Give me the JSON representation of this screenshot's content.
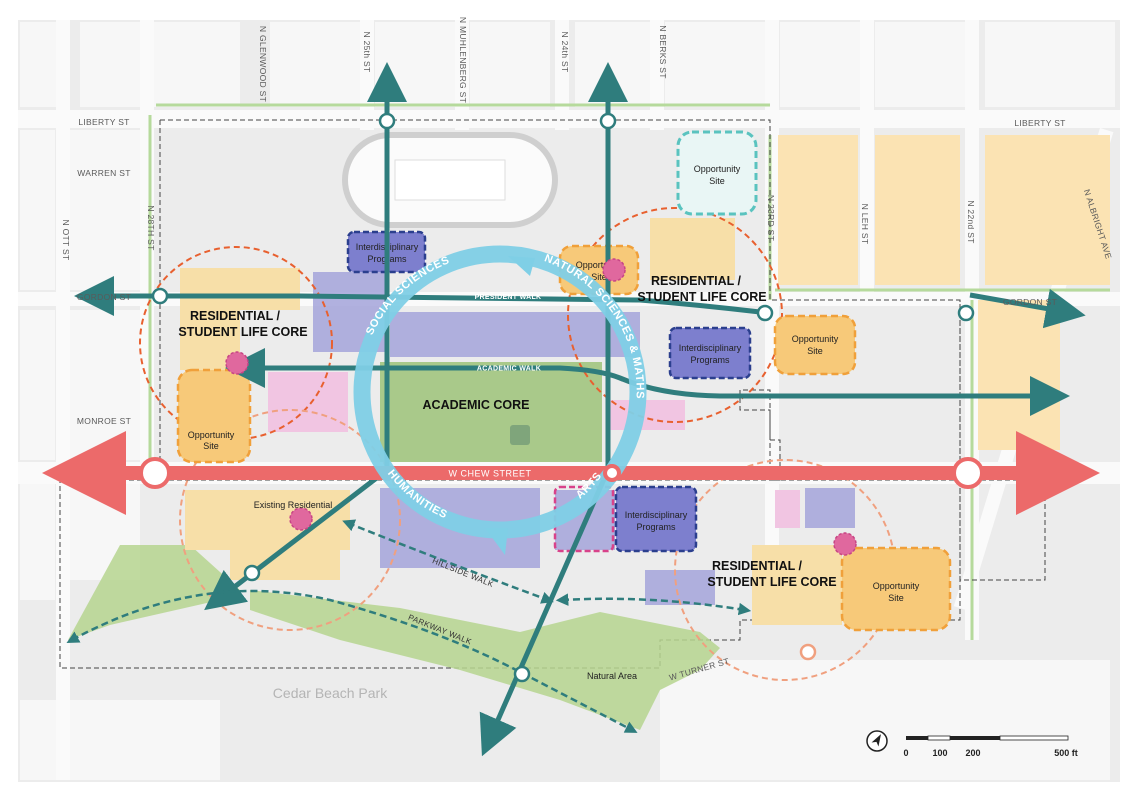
{
  "streets": {
    "liberty_w": "LIBERTY ST",
    "liberty_e": "LIBERTY ST",
    "warren": "WARREN ST",
    "gordon_w": "GORDON ST",
    "gordon_e": "GORDON ST",
    "monroe": "MONROE ST",
    "n_ott": "N OTT ST",
    "n_28th": "N 28TH ST",
    "n_glenwood": "N GLENWOOD ST",
    "n_25th": "N 25th ST",
    "n_muhlenberg": "N MUHLENBERG ST",
    "n_24th": "N 24th ST",
    "n_berks": "N BERKS ST",
    "n_23rd": "N 23RD ST",
    "n_leh": "N LEH ST",
    "n_22nd": "N 22nd ST",
    "n_albright": "N ALBRIGHT AVE",
    "w_turner": "W TURNER ST",
    "w_chew": "W CHEW STREET"
  },
  "walks": {
    "president": "PRESIDENT WALK",
    "academic": "ACADEMIC WALK",
    "hillside": "HILLSIDE WALK",
    "parkway": "PARKWAY WALK"
  },
  "zones": {
    "res_west_1": "RESIDENTIAL /",
    "res_west_2": "STUDENT LIFE CORE",
    "res_ne_1": "RESIDENTIAL /",
    "res_ne_2": "STUDENT LIFE CORE",
    "res_se_1": "RESIDENTIAL /",
    "res_se_2": "STUDENT LIFE CORE",
    "academic_core": "ACADEMIC CORE",
    "existing_residential": "Existing Residential",
    "natural_area": "Natural Area",
    "cedar_beach_park": "Cedar Beach Park"
  },
  "opportunity": {
    "l1": "Opportunity",
    "l2": "Site"
  },
  "interdisciplinary": {
    "l1": "Interdisciplinary",
    "l2": "Programs"
  },
  "disciplines": {
    "social": "SOCIAL SCIENCES",
    "natural": "NATURAL SCIENCES & MATHS",
    "humanities": "HUMANITIES",
    "arts": "ARTS"
  },
  "scale": {
    "t0": "0",
    "t100": "100",
    "t200": "200",
    "t500": "500 ft"
  },
  "colors": {
    "teal": "#2f7d7d",
    "chew_red": "#ec6a6a",
    "orange_dash": "#e8602f",
    "light_orange_dash": "#f0a07f",
    "ring_blue": "#7fcfe6",
    "academic_green": "#a9c98a",
    "opportunity_fill": "#f7c979",
    "interdisciplinary_fill": "#7d7fce",
    "pink_node": "#e0689e"
  }
}
